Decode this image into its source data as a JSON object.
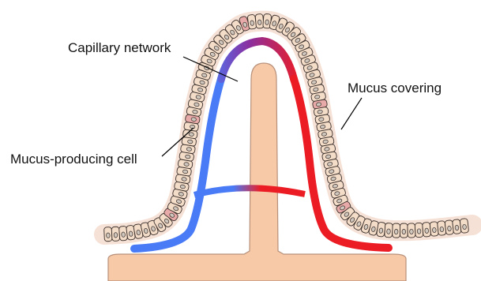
{
  "labels": {
    "capillary_network": "Capillary network",
    "mucus_covering": "Mucus covering",
    "mucus_producing_cell": "Mucus-producing cell"
  },
  "colors": {
    "background": "#ffffff",
    "mucus_layer": "#f6e1d6",
    "epithelial_cell": "#f3dcc8",
    "epithelial_outline": "#3a2f2a",
    "nucleus": "#cfc6bd",
    "goblet_cell": "#e8aaa8",
    "lacteal_core": "#f7c9a6",
    "lacteal_outline": "#b8907a",
    "artery_red": "#ec1c24",
    "vein_blue": "#4a7bf7",
    "capillary_tip_purple": "#8a2fa0",
    "leader_line": "#000000"
  },
  "icons": {
    "goblet_cell": "goblet-cell-icon",
    "epithelial_cell": "epithelial-cell-icon"
  }
}
